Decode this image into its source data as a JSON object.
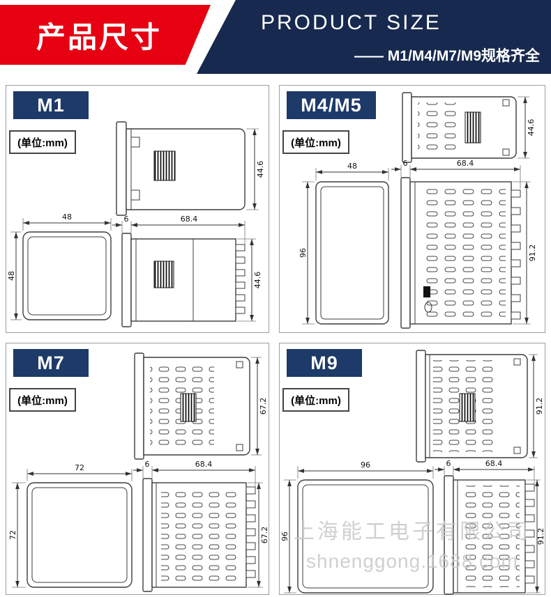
{
  "colors": {
    "brand_red": "#e60012",
    "header_navy": "#17294e",
    "label_navy": "#1d3a68",
    "line_gray": "#3c3c3c"
  },
  "header": {
    "title_cn": "产品尺寸",
    "title_en": "PRODUCT SIZE",
    "subtitle": "—— M1/M4/M7/M9规格齐全"
  },
  "watermark": {
    "line1": "上海能工电子有限公司",
    "line2": "shnenggong.1688.com"
  },
  "panels": [
    {
      "id": "m1",
      "label": "M1",
      "unit": "(单位:mm)",
      "dims": {
        "top_h": "44.6",
        "front_w": "48",
        "front_h": "48",
        "bezel": "6",
        "depth": "68.4",
        "side_h": "44.6"
      }
    },
    {
      "id": "m4m5",
      "label": "M4/M5",
      "unit": "(单位:mm)",
      "dims": {
        "top_h": "44.6",
        "front_w": "48",
        "front_h": "96",
        "bezel": "6",
        "depth": "68.4",
        "side_h": "91.2"
      }
    },
    {
      "id": "m7",
      "label": "M7",
      "unit": "(单位:mm)",
      "dims": {
        "top_h": "67.2",
        "front_w": "72",
        "front_h": "72",
        "bezel": "6",
        "depth": "68.4",
        "side_h": "67.2"
      }
    },
    {
      "id": "m9",
      "label": "M9",
      "unit": "(单位:mm)",
      "dims": {
        "top_h": "91.2",
        "front_w": "96",
        "front_h": "96",
        "bezel": "6",
        "depth": "68.4",
        "side_h": "91.2"
      }
    }
  ]
}
